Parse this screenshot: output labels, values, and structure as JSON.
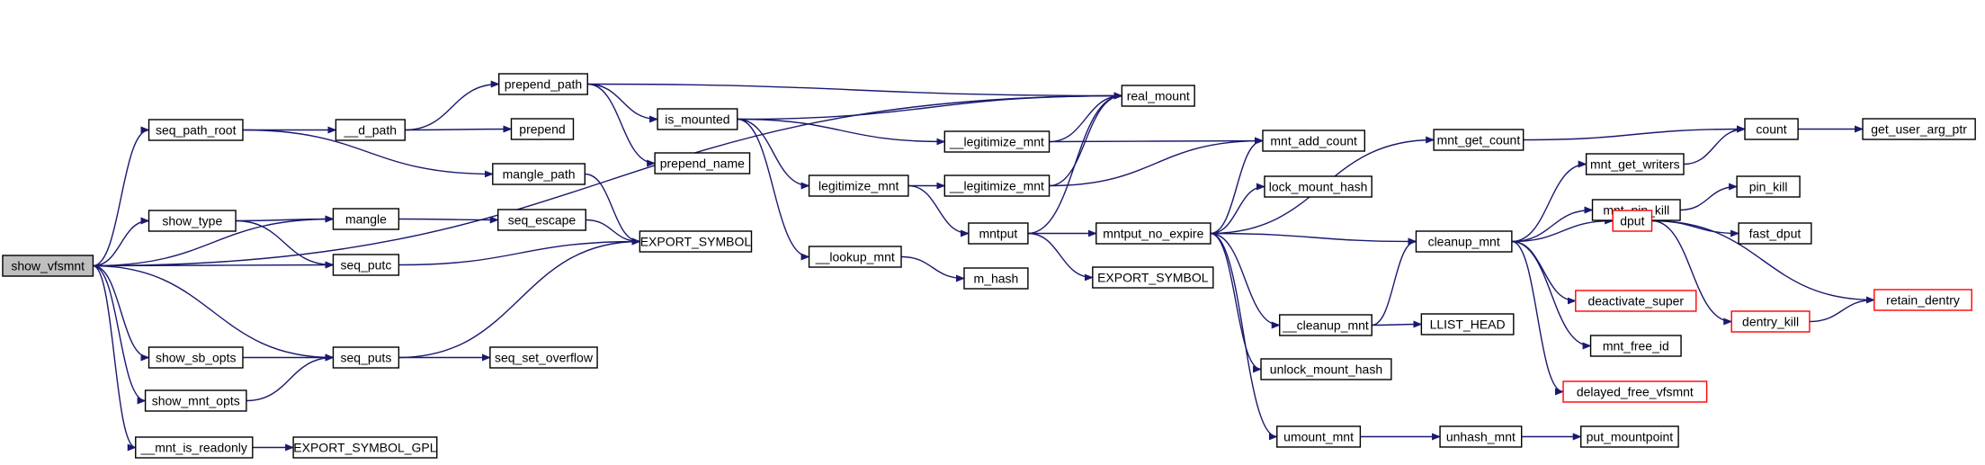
{
  "colors": {
    "background": "#ffffff",
    "edge": "#191970",
    "node_border": "#000000",
    "node_border_truncated": "#ff0000",
    "root_fill": "#bfbfbf",
    "node_fill": "#ffffff"
  },
  "nodes": [
    {
      "id": "show_vfsmnt",
      "label": "show_vfsmnt",
      "root": true
    },
    {
      "id": "seq_path_root",
      "label": "seq_path_root"
    },
    {
      "id": "d_path",
      "label": "__d_path"
    },
    {
      "id": "prepend_path",
      "label": "prepend_path"
    },
    {
      "id": "prepend",
      "label": "prepend"
    },
    {
      "id": "is_mounted",
      "label": "is_mounted"
    },
    {
      "id": "prepend_name",
      "label": "prepend_name"
    },
    {
      "id": "real_mount",
      "label": "real_mount"
    },
    {
      "id": "mangle_path",
      "label": "mangle_path"
    },
    {
      "id": "mangle",
      "label": "mangle"
    },
    {
      "id": "show_type",
      "label": "show_type"
    },
    {
      "id": "seq_escape",
      "label": "seq_escape"
    },
    {
      "id": "seq_putc",
      "label": "seq_putc"
    },
    {
      "id": "export_symbol_1",
      "label": "EXPORT_SYMBOL"
    },
    {
      "id": "show_sb_opts",
      "label": "show_sb_opts"
    },
    {
      "id": "seq_puts",
      "label": "seq_puts"
    },
    {
      "id": "seq_set_overflow",
      "label": "seq_set_overflow"
    },
    {
      "id": "show_mnt_opts",
      "label": "show_mnt_opts"
    },
    {
      "id": "mnt_is_readonly",
      "label": "__mnt_is_readonly"
    },
    {
      "id": "export_symbol_gpl",
      "label": "EXPORT_SYMBOL_GPL"
    },
    {
      "id": "legitimize_mnt_inner_1",
      "label": "__legitimize_mnt"
    },
    {
      "id": "legitimize_mnt",
      "label": "legitimize_mnt"
    },
    {
      "id": "legitimize_mnt_inner_2",
      "label": "__legitimize_mnt"
    },
    {
      "id": "mntput",
      "label": "mntput"
    },
    {
      "id": "lookup_mnt",
      "label": "__lookup_mnt"
    },
    {
      "id": "m_hash",
      "label": "m_hash"
    },
    {
      "id": "mnt_add_count",
      "label": "mnt_add_count"
    },
    {
      "id": "lock_mount_hash",
      "label": "lock_mount_hash"
    },
    {
      "id": "mntput_no_expire",
      "label": "mntput_no_expire"
    },
    {
      "id": "export_symbol_2",
      "label": "EXPORT_SYMBOL"
    },
    {
      "id": "cleanup_mnt_inner",
      "label": "__cleanup_mnt"
    },
    {
      "id": "unlock_mount_hash",
      "label": "unlock_mount_hash"
    },
    {
      "id": "umount_mnt",
      "label": "umount_mnt"
    },
    {
      "id": "unhash_mnt",
      "label": "unhash_mnt"
    },
    {
      "id": "put_mountpoint",
      "label": "put_mountpoint"
    },
    {
      "id": "llist_head",
      "label": "LLIST_HEAD"
    },
    {
      "id": "mnt_get_count",
      "label": "mnt_get_count"
    },
    {
      "id": "cleanup_mnt",
      "label": "cleanup_mnt"
    },
    {
      "id": "mnt_get_writers",
      "label": "mnt_get_writers"
    },
    {
      "id": "count",
      "label": "count"
    },
    {
      "id": "get_user_arg_ptr",
      "label": "get_user_arg_ptr"
    },
    {
      "id": "mnt_pin_kill",
      "label": "mnt_pin_kill"
    },
    {
      "id": "pin_kill",
      "label": "pin_kill"
    },
    {
      "id": "dput",
      "label": "dput",
      "truncated": true
    },
    {
      "id": "fast_dput",
      "label": "fast_dput"
    },
    {
      "id": "deactivate_super",
      "label": "deactivate_super",
      "truncated": true
    },
    {
      "id": "dentry_kill",
      "label": "dentry_kill",
      "truncated": true
    },
    {
      "id": "retain_dentry",
      "label": "retain_dentry",
      "truncated": true
    },
    {
      "id": "mnt_free_id",
      "label": "mnt_free_id"
    },
    {
      "id": "delayed_free_vfsmnt",
      "label": "delayed_free_vfsmnt",
      "truncated": true
    }
  ],
  "edges": [
    {
      "from": "show_vfsmnt",
      "to": "real_mount"
    },
    {
      "from": "show_vfsmnt",
      "to": "seq_path_root"
    },
    {
      "from": "show_vfsmnt",
      "to": "mangle"
    },
    {
      "from": "show_vfsmnt",
      "to": "show_type"
    },
    {
      "from": "show_vfsmnt",
      "to": "seq_putc"
    },
    {
      "from": "show_vfsmnt",
      "to": "seq_puts"
    },
    {
      "from": "show_vfsmnt",
      "to": "show_sb_opts"
    },
    {
      "from": "show_vfsmnt",
      "to": "show_mnt_opts"
    },
    {
      "from": "show_vfsmnt",
      "to": "mnt_is_readonly"
    },
    {
      "from": "seq_path_root",
      "to": "d_path"
    },
    {
      "from": "seq_path_root",
      "to": "mangle_path"
    },
    {
      "from": "d_path",
      "to": "prepend_path"
    },
    {
      "from": "d_path",
      "to": "prepend"
    },
    {
      "from": "prepend_path",
      "to": "real_mount"
    },
    {
      "from": "prepend_path",
      "to": "is_mounted"
    },
    {
      "from": "prepend_path",
      "to": "prepend_name"
    },
    {
      "from": "is_mounted",
      "to": "real_mount"
    },
    {
      "from": "is_mounted",
      "to": "legitimize_mnt_inner_1"
    },
    {
      "from": "is_mounted",
      "to": "legitimize_mnt"
    },
    {
      "from": "is_mounted",
      "to": "lookup_mnt"
    },
    {
      "from": "mangle_path",
      "to": "export_symbol_1"
    },
    {
      "from": "mangle",
      "to": "seq_escape"
    },
    {
      "from": "show_type",
      "to": "mangle"
    },
    {
      "from": "show_type",
      "to": "seq_putc"
    },
    {
      "from": "seq_escape",
      "to": "export_symbol_1"
    },
    {
      "from": "seq_putc",
      "to": "export_symbol_1"
    },
    {
      "from": "seq_puts",
      "to": "export_symbol_1"
    },
    {
      "from": "seq_puts",
      "to": "seq_set_overflow"
    },
    {
      "from": "show_sb_opts",
      "to": "seq_puts"
    },
    {
      "from": "show_mnt_opts",
      "to": "seq_puts"
    },
    {
      "from": "mnt_is_readonly",
      "to": "export_symbol_gpl"
    },
    {
      "from": "legitimize_mnt_inner_1",
      "to": "real_mount"
    },
    {
      "from": "legitimize_mnt_inner_1",
      "to": "mnt_add_count"
    },
    {
      "from": "legitimize_mnt",
      "to": "legitimize_mnt_inner_2"
    },
    {
      "from": "legitimize_mnt",
      "to": "mntput"
    },
    {
      "from": "legitimize_mnt_inner_2",
      "to": "real_mount"
    },
    {
      "from": "legitimize_mnt_inner_2",
      "to": "mnt_add_count"
    },
    {
      "from": "mntput",
      "to": "real_mount"
    },
    {
      "from": "mntput",
      "to": "mntput_no_expire"
    },
    {
      "from": "mntput",
      "to": "export_symbol_2"
    },
    {
      "from": "lookup_mnt",
      "to": "m_hash"
    },
    {
      "from": "mntput_no_expire",
      "to": "mnt_add_count"
    },
    {
      "from": "mntput_no_expire",
      "to": "lock_mount_hash"
    },
    {
      "from": "mntput_no_expire",
      "to": "mnt_get_count"
    },
    {
      "from": "mntput_no_expire",
      "to": "cleanup_mnt"
    },
    {
      "from": "mntput_no_expire",
      "to": "cleanup_mnt_inner"
    },
    {
      "from": "mntput_no_expire",
      "to": "unlock_mount_hash"
    },
    {
      "from": "mntput_no_expire",
      "to": "umount_mnt"
    },
    {
      "from": "cleanup_mnt_inner",
      "to": "cleanup_mnt"
    },
    {
      "from": "cleanup_mnt_inner",
      "to": "llist_head"
    },
    {
      "from": "umount_mnt",
      "to": "unhash_mnt"
    },
    {
      "from": "unhash_mnt",
      "to": "put_mountpoint"
    },
    {
      "from": "mnt_get_count",
      "to": "count"
    },
    {
      "from": "cleanup_mnt",
      "to": "mnt_get_writers"
    },
    {
      "from": "cleanup_mnt",
      "to": "mnt_pin_kill"
    },
    {
      "from": "cleanup_mnt",
      "to": "dput"
    },
    {
      "from": "cleanup_mnt",
      "to": "deactivate_super"
    },
    {
      "from": "cleanup_mnt",
      "to": "mnt_free_id"
    },
    {
      "from": "cleanup_mnt",
      "to": "delayed_free_vfsmnt"
    },
    {
      "from": "mnt_get_writers",
      "to": "count"
    },
    {
      "from": "count",
      "to": "get_user_arg_ptr"
    },
    {
      "from": "mnt_pin_kill",
      "to": "pin_kill"
    },
    {
      "from": "dput",
      "to": "fast_dput"
    },
    {
      "from": "dput",
      "to": "dentry_kill"
    },
    {
      "from": "dput",
      "to": "retain_dentry"
    },
    {
      "from": "dentry_kill",
      "to": "retain_dentry"
    }
  ]
}
